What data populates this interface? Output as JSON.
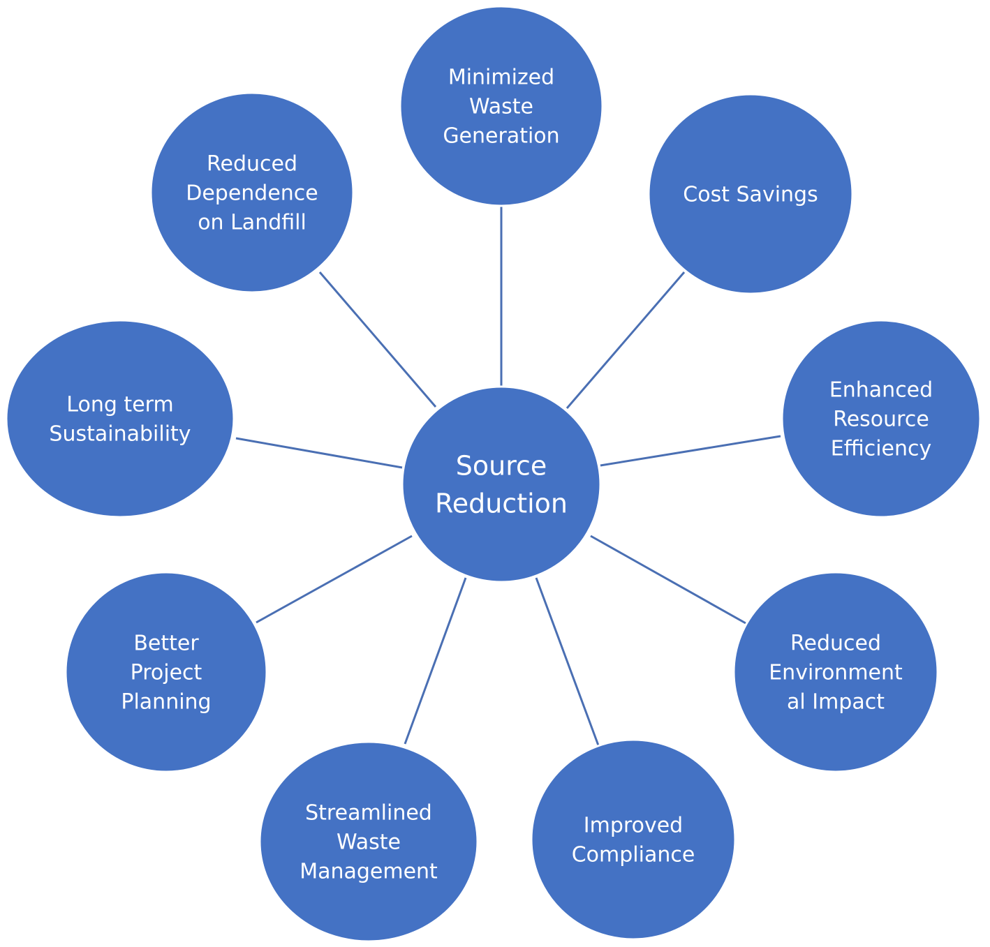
{
  "center": {
    "label_lines": [
      "Source",
      "Reduction"
    ]
  },
  "nodes": [
    {
      "id": "minimized-waste-generation",
      "label_lines": [
        "Minimized",
        "Waste",
        "Generation"
      ]
    },
    {
      "id": "cost-savings",
      "label_lines": [
        "Cost Savings"
      ]
    },
    {
      "id": "enhanced-resource-efficiency",
      "label_lines": [
        "Enhanced",
        "Resource",
        "Efficiency"
      ]
    },
    {
      "id": "reduced-environmental-impact",
      "label_lines": [
        "Reduced",
        "Environment",
        "al Impact"
      ]
    },
    {
      "id": "improved-compliance",
      "label_lines": [
        "Improved",
        "Compliance"
      ]
    },
    {
      "id": "streamlined-waste-management",
      "label_lines": [
        "Streamlined",
        "Waste",
        "Management"
      ]
    },
    {
      "id": "better-project-planning",
      "label_lines": [
        "Better",
        "Project",
        "Planning"
      ]
    },
    {
      "id": "long-term-sustainability",
      "label_lines": [
        "Long term",
        "Sustainability"
      ]
    },
    {
      "id": "reduced-dependence-on-landfill",
      "label_lines": [
        "Reduced",
        "Dependence",
        "on Landfill"
      ]
    }
  ],
  "colors": {
    "node_fill": "#4472C4",
    "connector": "#4A6FB3",
    "text": "#FFFFFF"
  }
}
